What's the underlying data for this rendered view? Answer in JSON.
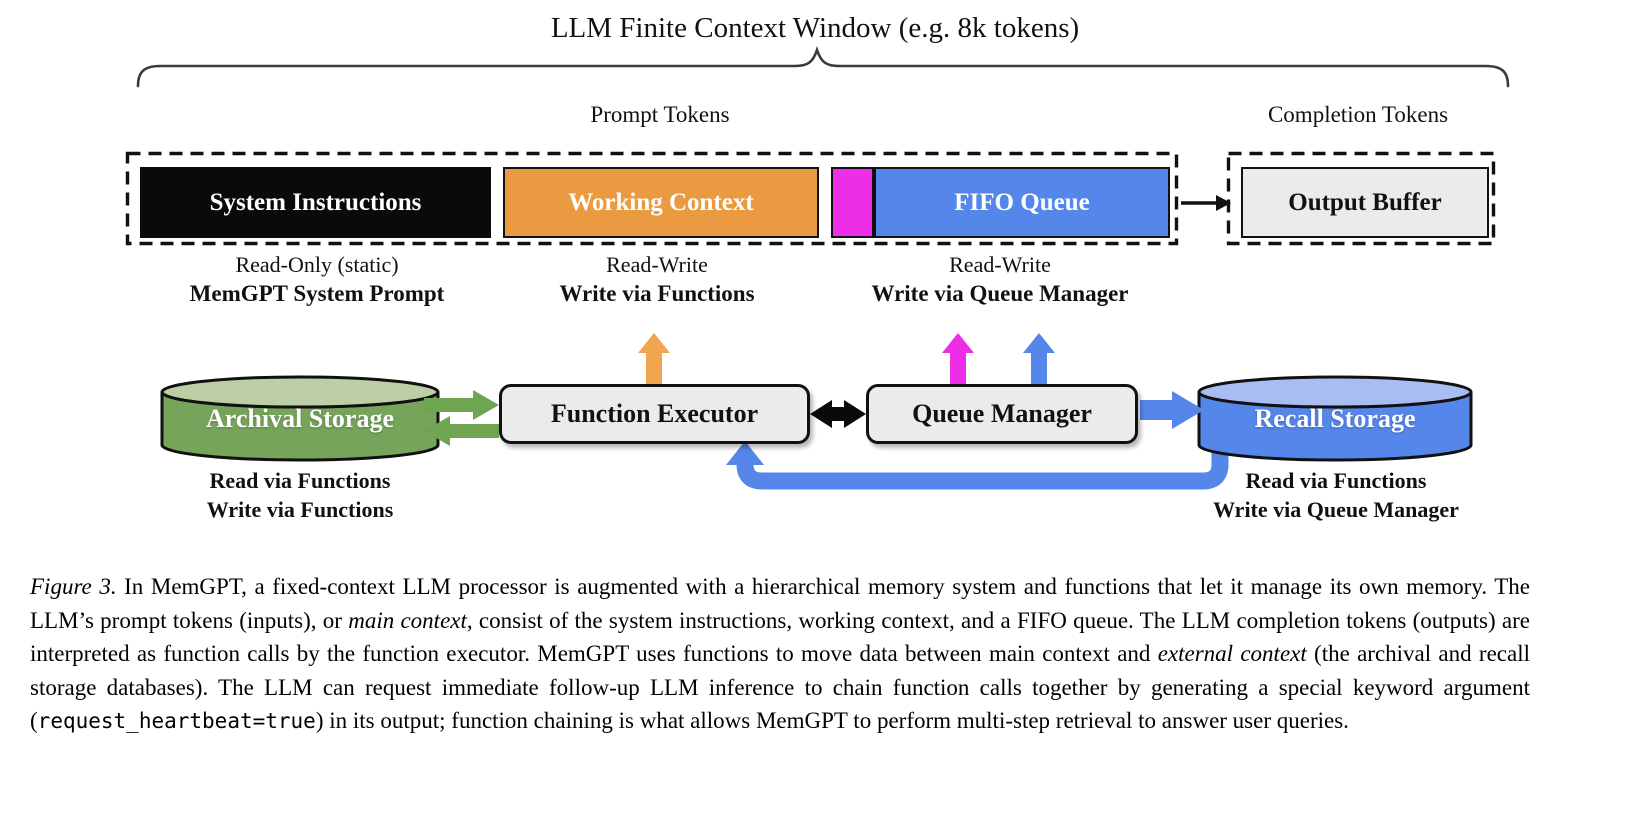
{
  "figure": {
    "title": "LLM Finite Context Window (e.g. 8k tokens)",
    "prompt_tokens_label": "Prompt Tokens",
    "completion_tokens_label": "Completion Tokens",
    "boxes": {
      "system_instructions": "System Instructions",
      "working_context": "Working Context",
      "fifo_queue": "FIFO Queue",
      "output_buffer": "Output Buffer"
    },
    "annotations": {
      "system_instructions": {
        "line1": "Read-Only (static)",
        "line2": "MemGPT System Prompt"
      },
      "working_context": {
        "line1": "Read-Write",
        "line2": "Write via Functions"
      },
      "fifo_queue": {
        "line1": "Read-Write",
        "line2": "Write via Queue Manager"
      },
      "archival_storage": {
        "line1": "Read via Functions",
        "line2": "Write via Functions"
      },
      "recall_storage": {
        "line1": "Read via Functions",
        "line2": "Write via Queue Manager"
      }
    },
    "nodes": {
      "archival_storage": "Archival Storage",
      "function_executor": "Function Executor",
      "queue_manager": "Queue Manager",
      "recall_storage": "Recall Storage"
    }
  },
  "colors": {
    "orange": "#EA9A41",
    "magenta": "#EE2DE8",
    "blue": "#5586EA",
    "blue_light": "#A9BDF2",
    "green": "#76A45B",
    "green_light": "#BCCEA5",
    "arrow_green": "#6FA450",
    "arrow_orange": "#F0A551",
    "box_gray": "#EBEBEB",
    "black": "#111111"
  },
  "caption": {
    "parts": [
      {
        "text": "Figure 3.",
        "style": "italic"
      },
      {
        "text": "  In MemGPT, a fixed-context LLM processor is augmented with a hierarchical memory system and functions that let it manage its own memory.  The LLM’s prompt tokens (inputs), or ",
        "style": "normal"
      },
      {
        "text": "main context",
        "style": "italic"
      },
      {
        "text": ", consist of the system instructions, working context, and a FIFO queue.  The LLM completion tokens (outputs) are interpreted as function calls by the function executor.  MemGPT uses functions to move data between main context and ",
        "style": "normal"
      },
      {
        "text": "external context",
        "style": "italic"
      },
      {
        "text": " (the archival and recall storage databases).  The LLM can request immediate follow-up LLM inference to chain function calls together by generating a special keyword argument (",
        "style": "normal"
      },
      {
        "text": "request_heartbeat=true",
        "style": "code"
      },
      {
        "text": ") in its output; function chaining is what allows MemGPT to perform multi-step retrieval to answer user queries.",
        "style": "normal"
      }
    ]
  }
}
